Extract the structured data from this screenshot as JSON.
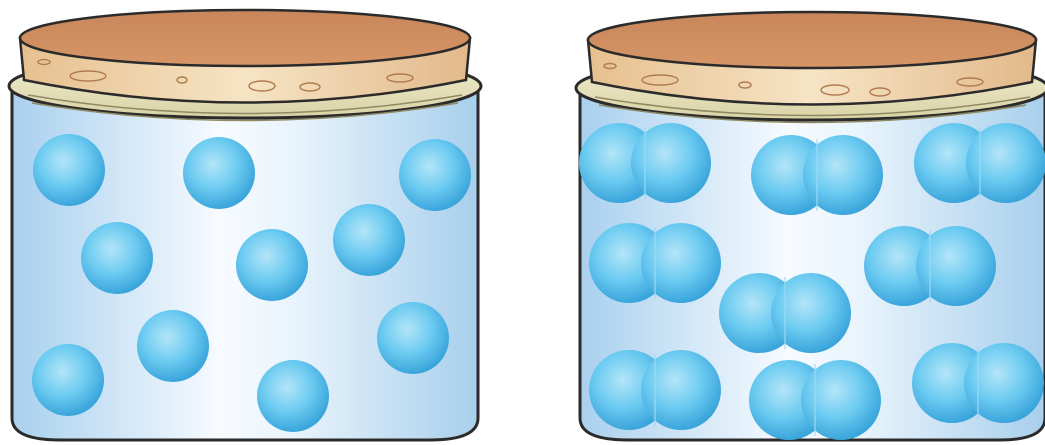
{
  "figure": {
    "jars": [
      {
        "id": "left",
        "content": "single-atom-particles",
        "particle_count": 10,
        "particle_shape": "sphere"
      },
      {
        "id": "right",
        "content": "diatomic-particles",
        "particle_count": 9,
        "particle_shape": "diatomic-pair"
      }
    ],
    "colors": {
      "lid": "#CE8F5E",
      "lid_highlight": "#EFD2A4",
      "rim": "#E9E4BE",
      "glass": "#CFE6F6",
      "glass_highlight": "#F7FBFF",
      "particle": "#5CC3EE",
      "particle_dark": "#39A6DC",
      "outline": "#2B2B2B"
    }
  }
}
